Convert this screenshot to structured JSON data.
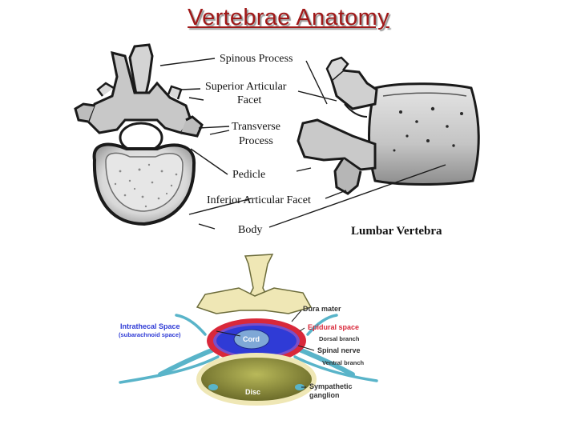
{
  "title": "Vertebrae Anatomy",
  "top_labels": {
    "spinous_process": "Spinous Process",
    "superior_articular_1": "Superior Articular",
    "superior_articular_2": "Facet",
    "transverse_1": "Transverse",
    "transverse_2": "Process",
    "pedicle": "Pedicle",
    "inferior_articular": "Inferior Articular Facet",
    "body": "Body",
    "lumbar_vertebra": "Lumbar Vertebra"
  },
  "bottom_labels": {
    "intrathecal": "Intrathecal Space",
    "subarachnoid": "(subarachnoid space)",
    "dura_mater": "Dura mater",
    "epidural": "Epidural space",
    "dorsal_branch": "Dorsal branch",
    "cord": "Cord",
    "spinal_nerve": "Spinal nerve",
    "ventral_branch": "Ventral branch",
    "disc": "Disc",
    "sympathetic": "Sympathetic",
    "ganglion": "ganglion"
  },
  "colors": {
    "title": "#a01818",
    "bone_gray": "#bdbdbd",
    "bone_cream": "#efe7b5",
    "intrathecal_blue": "#2f3bd6",
    "epidural_red": "#d9283a",
    "dura_purple": "#7a4fc8",
    "nerve_teal": "#59b4c9",
    "disc_olive": "#8a8a3a"
  }
}
